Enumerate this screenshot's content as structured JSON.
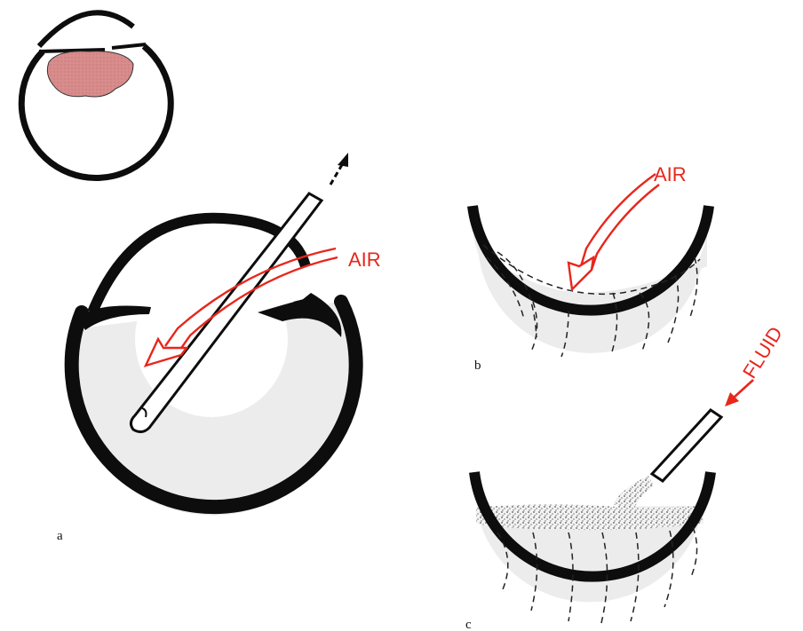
{
  "labels": {
    "air_main": "AIR",
    "air_b": "AIR",
    "fluid": "FLUID",
    "panel_a": "a",
    "panel_b": "b",
    "panel_c": "c"
  },
  "colors": {
    "outline": "#0d0d0d",
    "arrow_red": "#e8261c",
    "fluid_fill": "#ececec",
    "lens_pink": "#d98c8c"
  }
}
